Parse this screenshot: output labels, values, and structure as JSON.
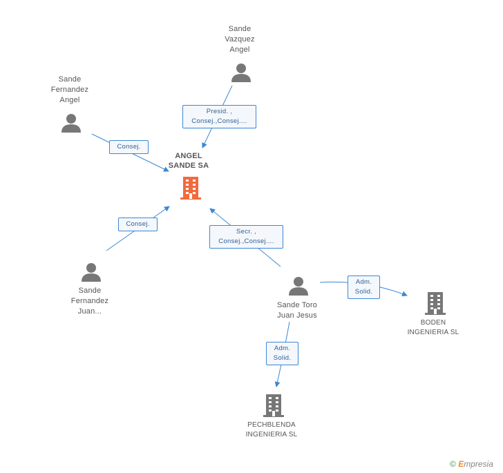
{
  "nodes": {
    "main": {
      "name": "ANGEL\nSANDE SA",
      "kind": "company",
      "highlight": true,
      "color": "#f26a3d"
    },
    "sande_vazquez": {
      "name": "Sande\nVazquez\nAngel",
      "kind": "person"
    },
    "sande_fernandez_angel": {
      "name": "Sande\nFernandez\nAngel",
      "kind": "person"
    },
    "sande_fernandez_juan": {
      "name": "Sande\nFernandez\nJuan...",
      "kind": "person"
    },
    "sande_toro": {
      "name": "Sande Toro\nJuan Jesus",
      "kind": "person"
    },
    "boden": {
      "name": "BODEN\nINGENIERIA SL",
      "kind": "company"
    },
    "pechblenda": {
      "name": "PECHBLENDA\nINGENIERIA SL",
      "kind": "company"
    }
  },
  "edges": {
    "vazquez_main": "Presid. ,\nConsej.,Consej....",
    "fernandez_angel_main": "Consej.",
    "fernandez_juan_main": "Consej.",
    "toro_main": "Secr. ,\nConsej.,Consej....",
    "toro_boden": "Adm.\nSolid.",
    "toro_pechblenda": "Adm.\nSolid."
  },
  "colors": {
    "edge": "#3b87d4",
    "person": "#777777",
    "company": "#777777",
    "main_company": "#f26a3d"
  },
  "icons": {
    "person": "person-icon",
    "company": "building-icon"
  },
  "footer": {
    "copyright": "©",
    "brand_initial": "E",
    "brand_rest": "mpresia"
  }
}
